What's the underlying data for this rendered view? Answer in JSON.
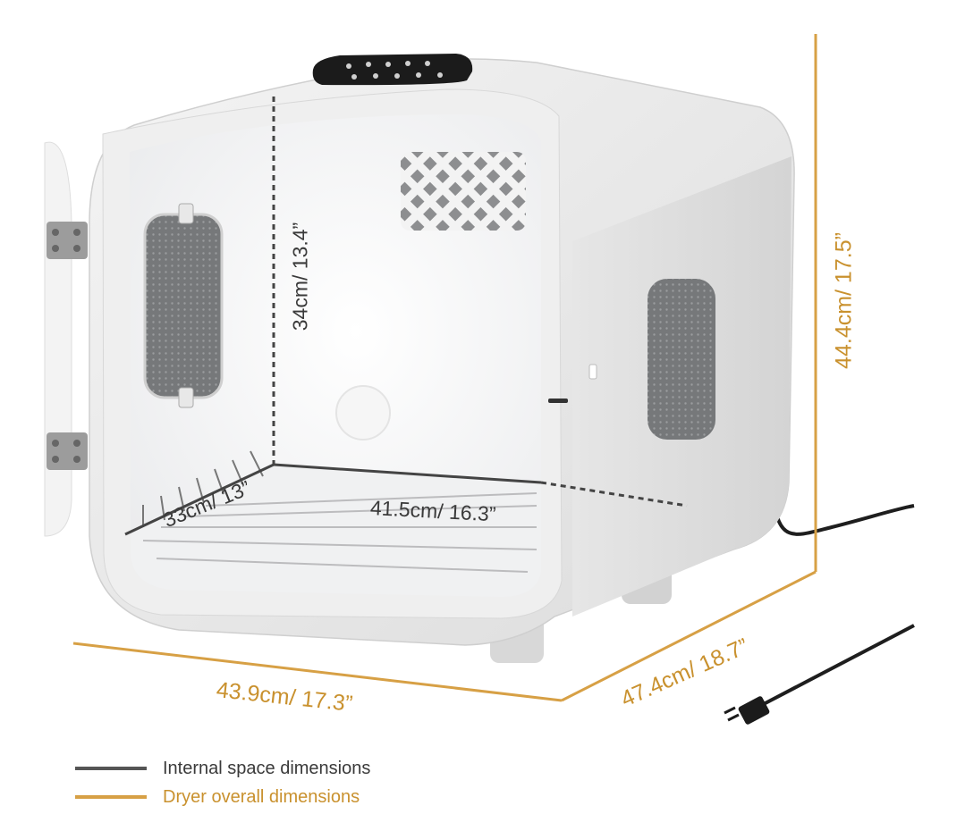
{
  "dimensions": {
    "internal_height": "34cm/ 13.4”",
    "internal_depth": "33cm/ 13”",
    "internal_width": "41.5cm/ 16.3”",
    "overall_height": "44.4cm/ 17.5”",
    "overall_width": "43.9cm/ 17.3”",
    "overall_depth": "47.4cm/ 18.7”"
  },
  "legend": [
    {
      "label": "Internal space dimensions",
      "color": "#555555"
    },
    {
      "label": "Dryer overall dimensions",
      "color": "#d7a045"
    }
  ],
  "colors": {
    "overall_line": "#d7a045",
    "internal_line": "#444444",
    "body": "#eceded",
    "interior": "#f7f7f8",
    "vent": "#7a7b7c",
    "panel": "#1b1b1b"
  }
}
